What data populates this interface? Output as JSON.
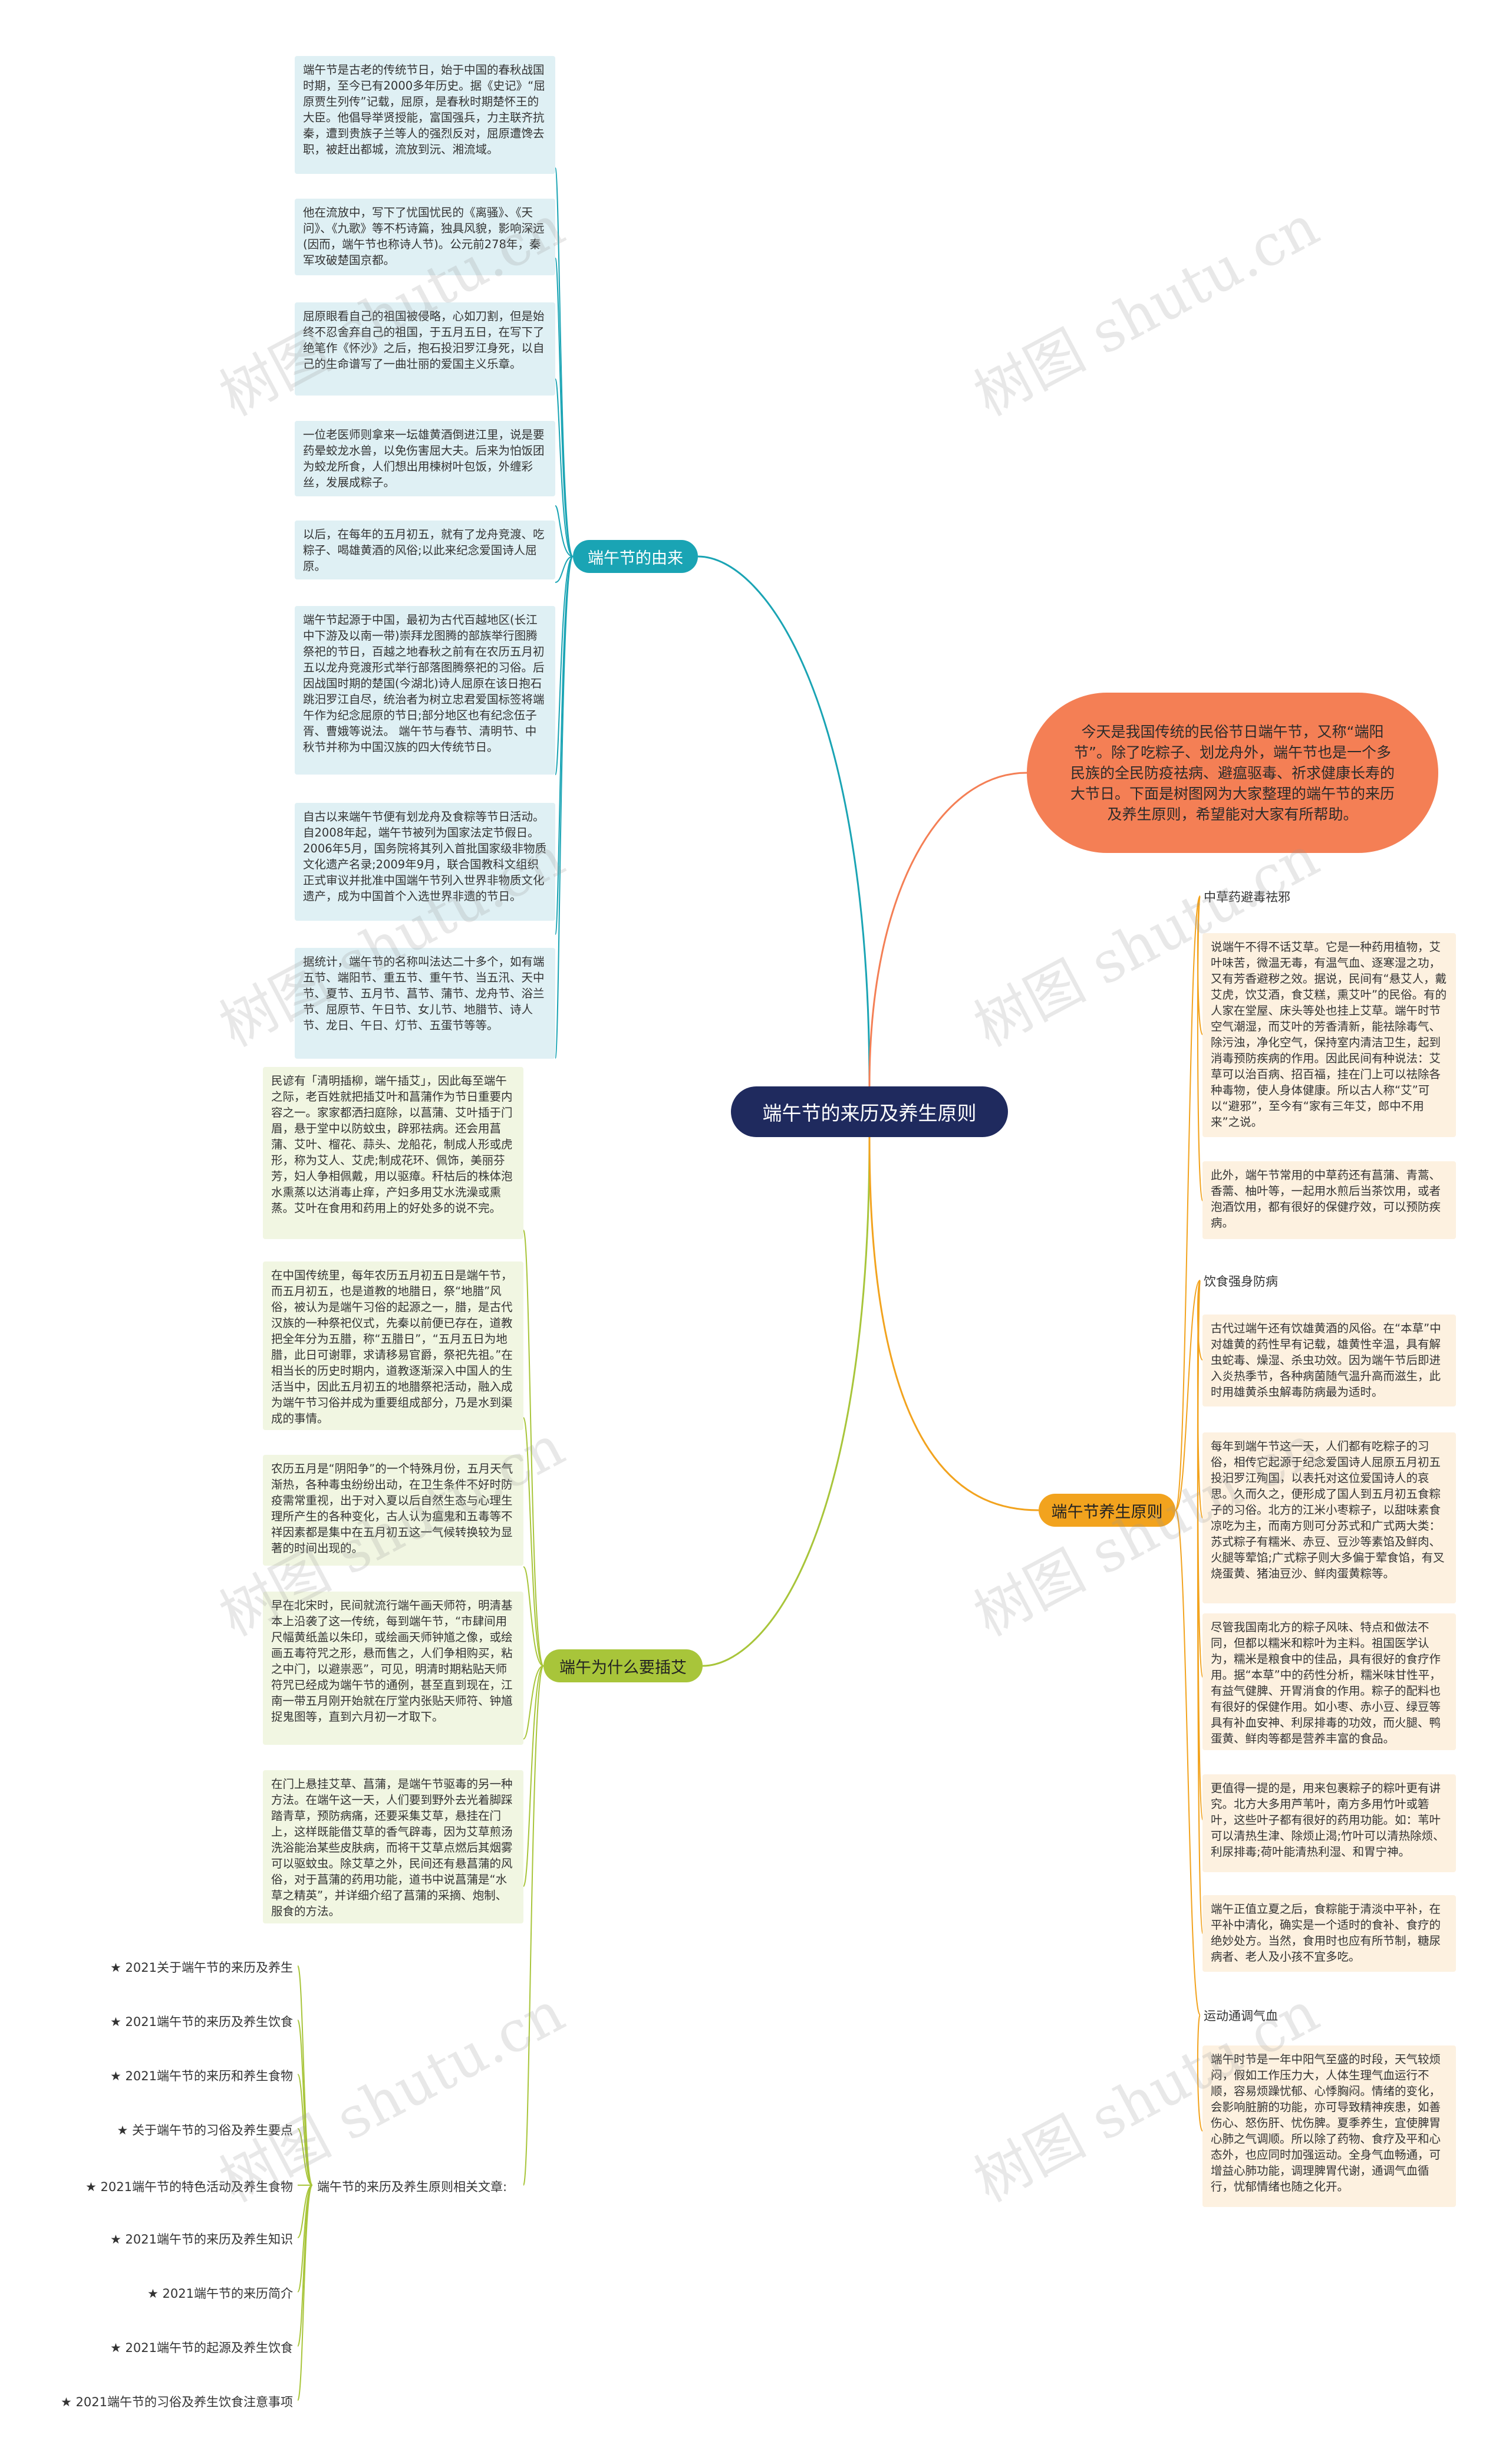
{
  "root": {
    "label": "端午节的来历及养生原则"
  },
  "intro": {
    "text": "今天是我国传统的民俗节日端午节，又称“端阳节”。除了吃粽子、划龙舟外，端午节也是一个多民族的全民防疫祛病、避瘟驱毒、祈求健康长寿的大节日。下面是树图网为大家整理的端午节的来历及养生原则，希望能对大家有所帮助。"
  },
  "branches": {
    "origin": {
      "label": "端午节的由来",
      "leaves": [
        "端午节是古老的传统节日，始于中国的春秋战国时期，至今已有2000多年历史。据《史记》“屈原贾生列传”记载，屈原，是春秋时期楚怀王的大臣。他倡导举贤授能，富国强兵，力主联齐抗秦，遭到贵族子兰等人的强烈反对，屈原遭馋去职，被赶出都城，流放到沅、湘流域。",
        "他在流放中，写下了忧国忧民的《离骚》、《天问》、《九歌》等不朽诗篇，独具风貌，影响深远(因而，端午节也称诗人节)。公元前278年，秦军攻破楚国京都。",
        "屈原眼看自己的祖国被侵略，心如刀割，但是始终不忍舍弃自己的祖国，于五月五日，在写下了绝笔作《怀沙》之后，抱石投汨罗江身死，以自己的生命谱写了一曲壮丽的爱国主义乐章。",
        "一位老医师则拿来一坛雄黄酒倒进江里，说是要药晕蛟龙水兽，以免伤害屈大夫。后来为怕饭团为蛟龙所食，人们想出用楝树叶包饭，外缠彩丝，发展成粽子。",
        "以后，在每年的五月初五，就有了龙舟竞渡、吃粽子、喝雄黄酒的风俗;以此来纪念爱国诗人屈原。",
        "端午节起源于中国，最初为古代百越地区(长江中下游及以南一带)崇拜龙图腾的部族举行图腾祭祀的节日，百越之地春秋之前有在农历五月初五以龙舟竞渡形式举行部落图腾祭祀的习俗。后因战国时期的楚国(今湖北)诗人屈原在该日抱石跳汨罗江自尽，统治者为树立忠君爱国标签将端午作为纪念屈原的节日;部分地区也有纪念伍子胥、曹娥等说法。 端午节与春节、清明节、中秋节并称为中国汉族的四大传统节日。",
        "自古以来端午节便有划龙舟及食粽等节日活动。自2008年起，端午节被列为国家法定节假日。2006年5月，国务院将其列入首批国家级非物质文化遗产名录;2009年9月，联合国教科文组织正式审议并批准中国端午节列入世界非物质文化遗产，成为中国首个入选世界非遗的节日。",
        "据统计，端午节的名称叫法达二十多个，如有端五节、端阳节、重五节、重午节、当五汛、天中节、夏节、五月节、菖节、蒲节、龙舟节、浴兰节、屈原节、午日节、女儿节、地腊节、诗人节、龙日、午日、灯节、五蛋节等等。"
      ]
    },
    "reason": {
      "label": "端午为什么要插艾",
      "leaves": [
        "民谚有「清明插柳，端午插艾」，因此每至端午之际，老百姓就把插艾叶和菖蒲作为节日重要内容之一。家家都洒扫庭除，以菖蒲、艾叶插于门眉，悬于堂中以防蚊虫，辟邪祛病。还会用菖蒲、艾叶、榴花、蒜头、龙船花，制成人形或虎形，称为艾人、艾虎;制成花环、佩饰，美丽芬芳，妇人争相佩戴，用以驱瘴。秆枯后的株体泡水熏蒸以达消毒止痒，产妇多用艾水洗澡或熏蒸。艾叶在食用和药用上的好处多的说不完。",
        "在中国传统里，每年农历五月初五日是端午节，而五月初五，也是道教的地腊日，祭“地腊”风俗，被认为是端午习俗的起源之一，腊，是古代汉族的一种祭祀仪式，先秦以前便已存在，道教把全年分为五腊，称“五腊日”，“五月五日为地腊，此日可谢罪，求请移易官爵，祭祀先祖。”在相当长的历史时期内，道教逐渐深入中国人的生活当中，因此五月初五的地腊祭祀活动，融入成为端午节习俗并成为重要组成部分，乃是水到渠成的事情。",
        "农历五月是“阴阳争”的一个特殊月份，五月天气渐热，各种毒虫纷纷出动，在卫生条件不好时防疫需常重视，出于对入夏以后自然生态与心理生理所产生的各种变化，古人认为瘟鬼和五毒等不祥因素都是集中在五月初五这一气候转换较为显著的时间出现的。",
        "早在北宋时，民间就流行端午画天师符，明清基本上沿袭了这一传统，每到端午节，“市肆间用尺幅黄纸盖以朱印，或绘画天师钟馗之像，或绘画五毒符咒之形，悬而售之，人们争相购买，粘之中门，以避祟恶”，可见，明清时期粘贴天师符咒已经成为端午节的通例，甚至直到现在，江南一带五月刚开始就在厅堂内张贴天师符、钟馗捉鬼图等，直到六月初一才取下。",
        "在门上悬挂艾草、菖蒲，是端午节驱毒的另一种方法。在端午这一天，人们要到野外去光着脚踩踏青草，预防病痛，还要采集艾草，悬挂在门上，这样既能借艾草的香气辟毒，因为艾草煎汤洗浴能治某些皮肤病，而将干艾草点燃后其烟雾可以驱蚊虫。除艾草之外，民间还有悬菖蒲的风俗，对于菖蒲的药用功能，道书中说菖蒲是“水草之精英”，并详细介绍了菖蒲的采摘、炮制、服食的方法。"
      ]
    },
    "related": {
      "label": "端午节的来历及养生原则相关文章:",
      "items": [
        "★ 2021关于端午节的来历及养生",
        "★ 2021端午节的来历及养生饮食",
        "★ 2021端午节的来历和养生食物",
        "★ 关于端午节的习俗及养生要点",
        "★ 2021端午节的特色活动及养生食物",
        "★ 2021端午节的来历及养生知识",
        "★ 2021端午节的来历简介",
        "★ 2021端午节的起源及养生饮食",
        "★ 2021端午节的习俗及养生饮食注意事项"
      ]
    },
    "health": {
      "label": "端午节养生原则",
      "subs": [
        "中草药避毒祛邪",
        "饮食强身防病",
        "运动通调气血"
      ],
      "leaves": [
        "说端午不得不话艾草。它是一种药用植物，艾叶味苦，微温无毒，有温气血、逐寒湿之功，又有芳香避秽之效。据说，民间有“悬艾人，戴艾虎，饮艾酒，食艾糕，熏艾叶”的民俗。有的人家在堂屋、床头等处也挂上艾草。端午时节空气潮湿，而艾叶的芳香清新，能祛除毒气、除污浊，净化空气，保持室内清洁卫生，起到消毒预防疾病的作用。因此民间有种说法：艾草可以治百病、招百福，挂在门上可以祛除各种毒物，使人身体健康。所以古人称“艾”可以“避邪”，至今有“家有三年艾，郎中不用来”之说。",
        "此外，端午节常用的中草药还有菖蒲、青蒿、香薷、柚叶等，一起用水煎后当茶饮用，或者泡酒饮用，都有很好的保健疗效，可以预防疾病。",
        "古代过端午还有饮雄黄酒的风俗。在“本草”中对雄黄的药性早有记载，雄黄性辛温，具有解虫蛇毒、燥湿、杀虫功效。因为端午节后即进入炎热季节，各种病菌随气温升高而滋生，此时用雄黄杀虫解毒防病最为适时。",
        "每年到端午节这一天，人们都有吃粽子的习俗，相传它起源于纪念爱国诗人屈原五月初五投汨罗江殉国，以表托对这位爱国诗人的哀思。久而久之，便形成了国人到五月初五食粽子的习俗。北方的江米小枣粽子，以甜味素食凉吃为主，而南方则可分苏式和广式两大类：苏式粽子有糯米、赤豆、豆沙等素馅及鲜肉、火腿等荤馅;广式粽子则大多偏于荤食馅，有叉烧蛋黄、猪油豆沙、鲜肉蛋黄粽等。",
        "尽管我国南北方的粽子风味、特点和做法不同，但都以糯米和粽叶为主料。祖国医学认为，糯米是粮食中的佳品，具有很好的食疗作用。据“本草”中的药性分析，糯米味甘性平，有益气健脾、开胃消食的作用。粽子的配料也有很好的保健作用。如小枣、赤小豆、绿豆等具有补血安神、利尿排毒的功效，而火腿、鸭蛋黄、鲜肉等都是营养丰富的食品。",
        "更值得一提的是，用来包裹粽子的粽叶更有讲究。北方大多用芦苇叶，南方多用竹叶或箬叶，这些叶子都有很好的药用功能。如：苇叶可以清热生津、除烦止渴;竹叶可以清热除烦、利尿排毒;荷叶能清热利湿、和胃宁神。",
        "端午正值立夏之后，食粽能于清淡中平补，在平补中清化，确实是一个适时的食补、食疗的绝妙处方。当然，食用时也应有所节制，糖尿病者、老人及小孩不宜多吃。",
        "端午时节是一年中阳气至盛的时段，天气较烦闷，假如工作压力大，人体生理气血运行不顺，容易烦躁忧郁、心悸胸闷。情绪的变化，会影响脏腑的功能，亦可导致精神疾患，如善伤心、怒伤肝、忧伤脾。夏季养生，宜使脾胃心肺之气调顺。所以除了药物、食疗及平和心态外，也应同时加强运动。全身气血畅通，可增益心肺功能，调理脾胃代谢，通调气血循行，忧郁情绪也随之化开。"
      ]
    }
  },
  "watermark": "树图 shutu.cn",
  "colors": {
    "root": "#1f2a5e",
    "intro": "#f47f55",
    "origin": "#1aa4b4",
    "reason": "#a8c53a",
    "health": "#f2a31e"
  }
}
